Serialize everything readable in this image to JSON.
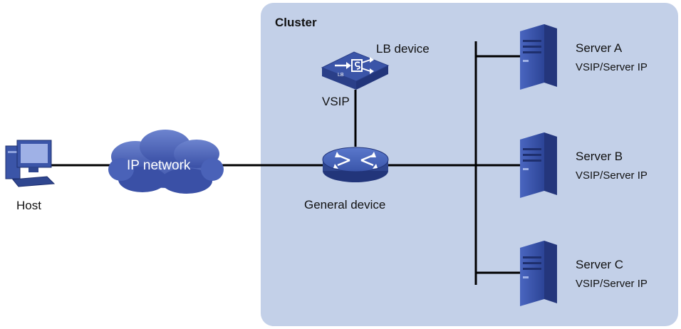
{
  "colors": {
    "cluster_fill": "#c3d0e8",
    "cloud_fill": "#4a62b8",
    "device_fill": "#3b55a8",
    "link": "#000000"
  },
  "cluster": {
    "label": "Cluster"
  },
  "host": {
    "label": "Host",
    "icon": "desktop-computer-icon"
  },
  "cloud": {
    "label": "IP network",
    "icon": "cloud-icon"
  },
  "lb_device": {
    "label": "LB device",
    "badge": "LB",
    "interface_label": "VSIP",
    "icon": "load-balancer-icon"
  },
  "general_device": {
    "label": "General device",
    "icon": "router-icon"
  },
  "servers": [
    {
      "name": "Server A",
      "ip_label": "VSIP/Server IP"
    },
    {
      "name": "Server B",
      "ip_label": "VSIP/Server IP"
    },
    {
      "name": "Server C",
      "ip_label": "VSIP/Server IP"
    }
  ]
}
